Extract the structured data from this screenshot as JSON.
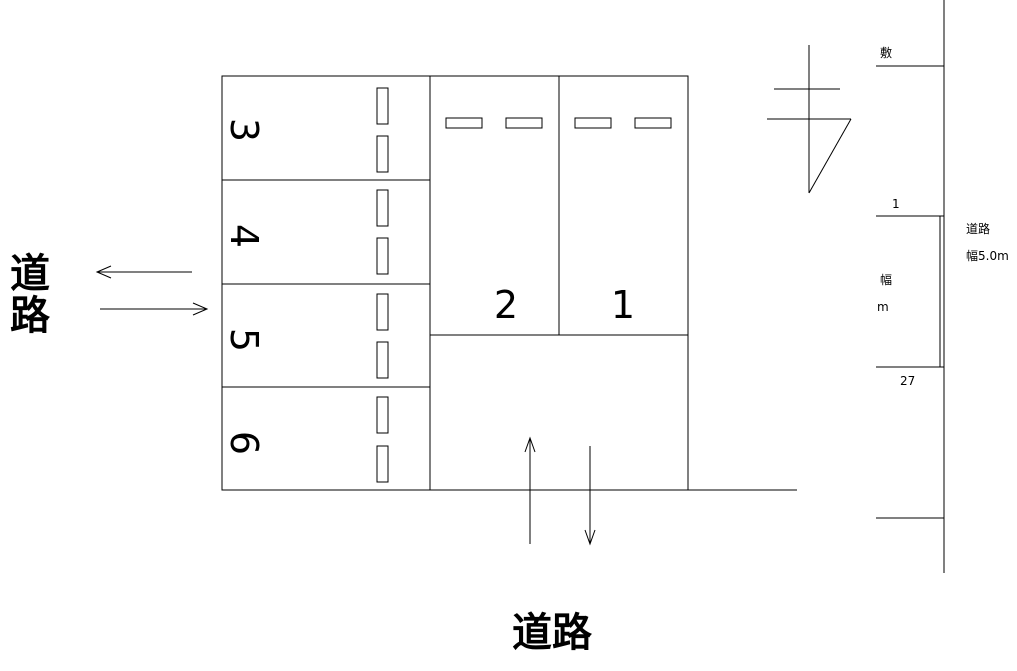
{
  "labels": {
    "road_left": "道路",
    "road_bottom": "道路",
    "road_right": "道路",
    "road_right_width": "幅5.0m",
    "cut_top": "敷",
    "cut_mid_a": "幅",
    "cut_mid_b": "m",
    "num_1": "1",
    "num_27": "27"
  },
  "spaces": {
    "s1": "1",
    "s2": "2",
    "s3": "3",
    "s4": "4",
    "s5": "5",
    "s6": "6"
  }
}
